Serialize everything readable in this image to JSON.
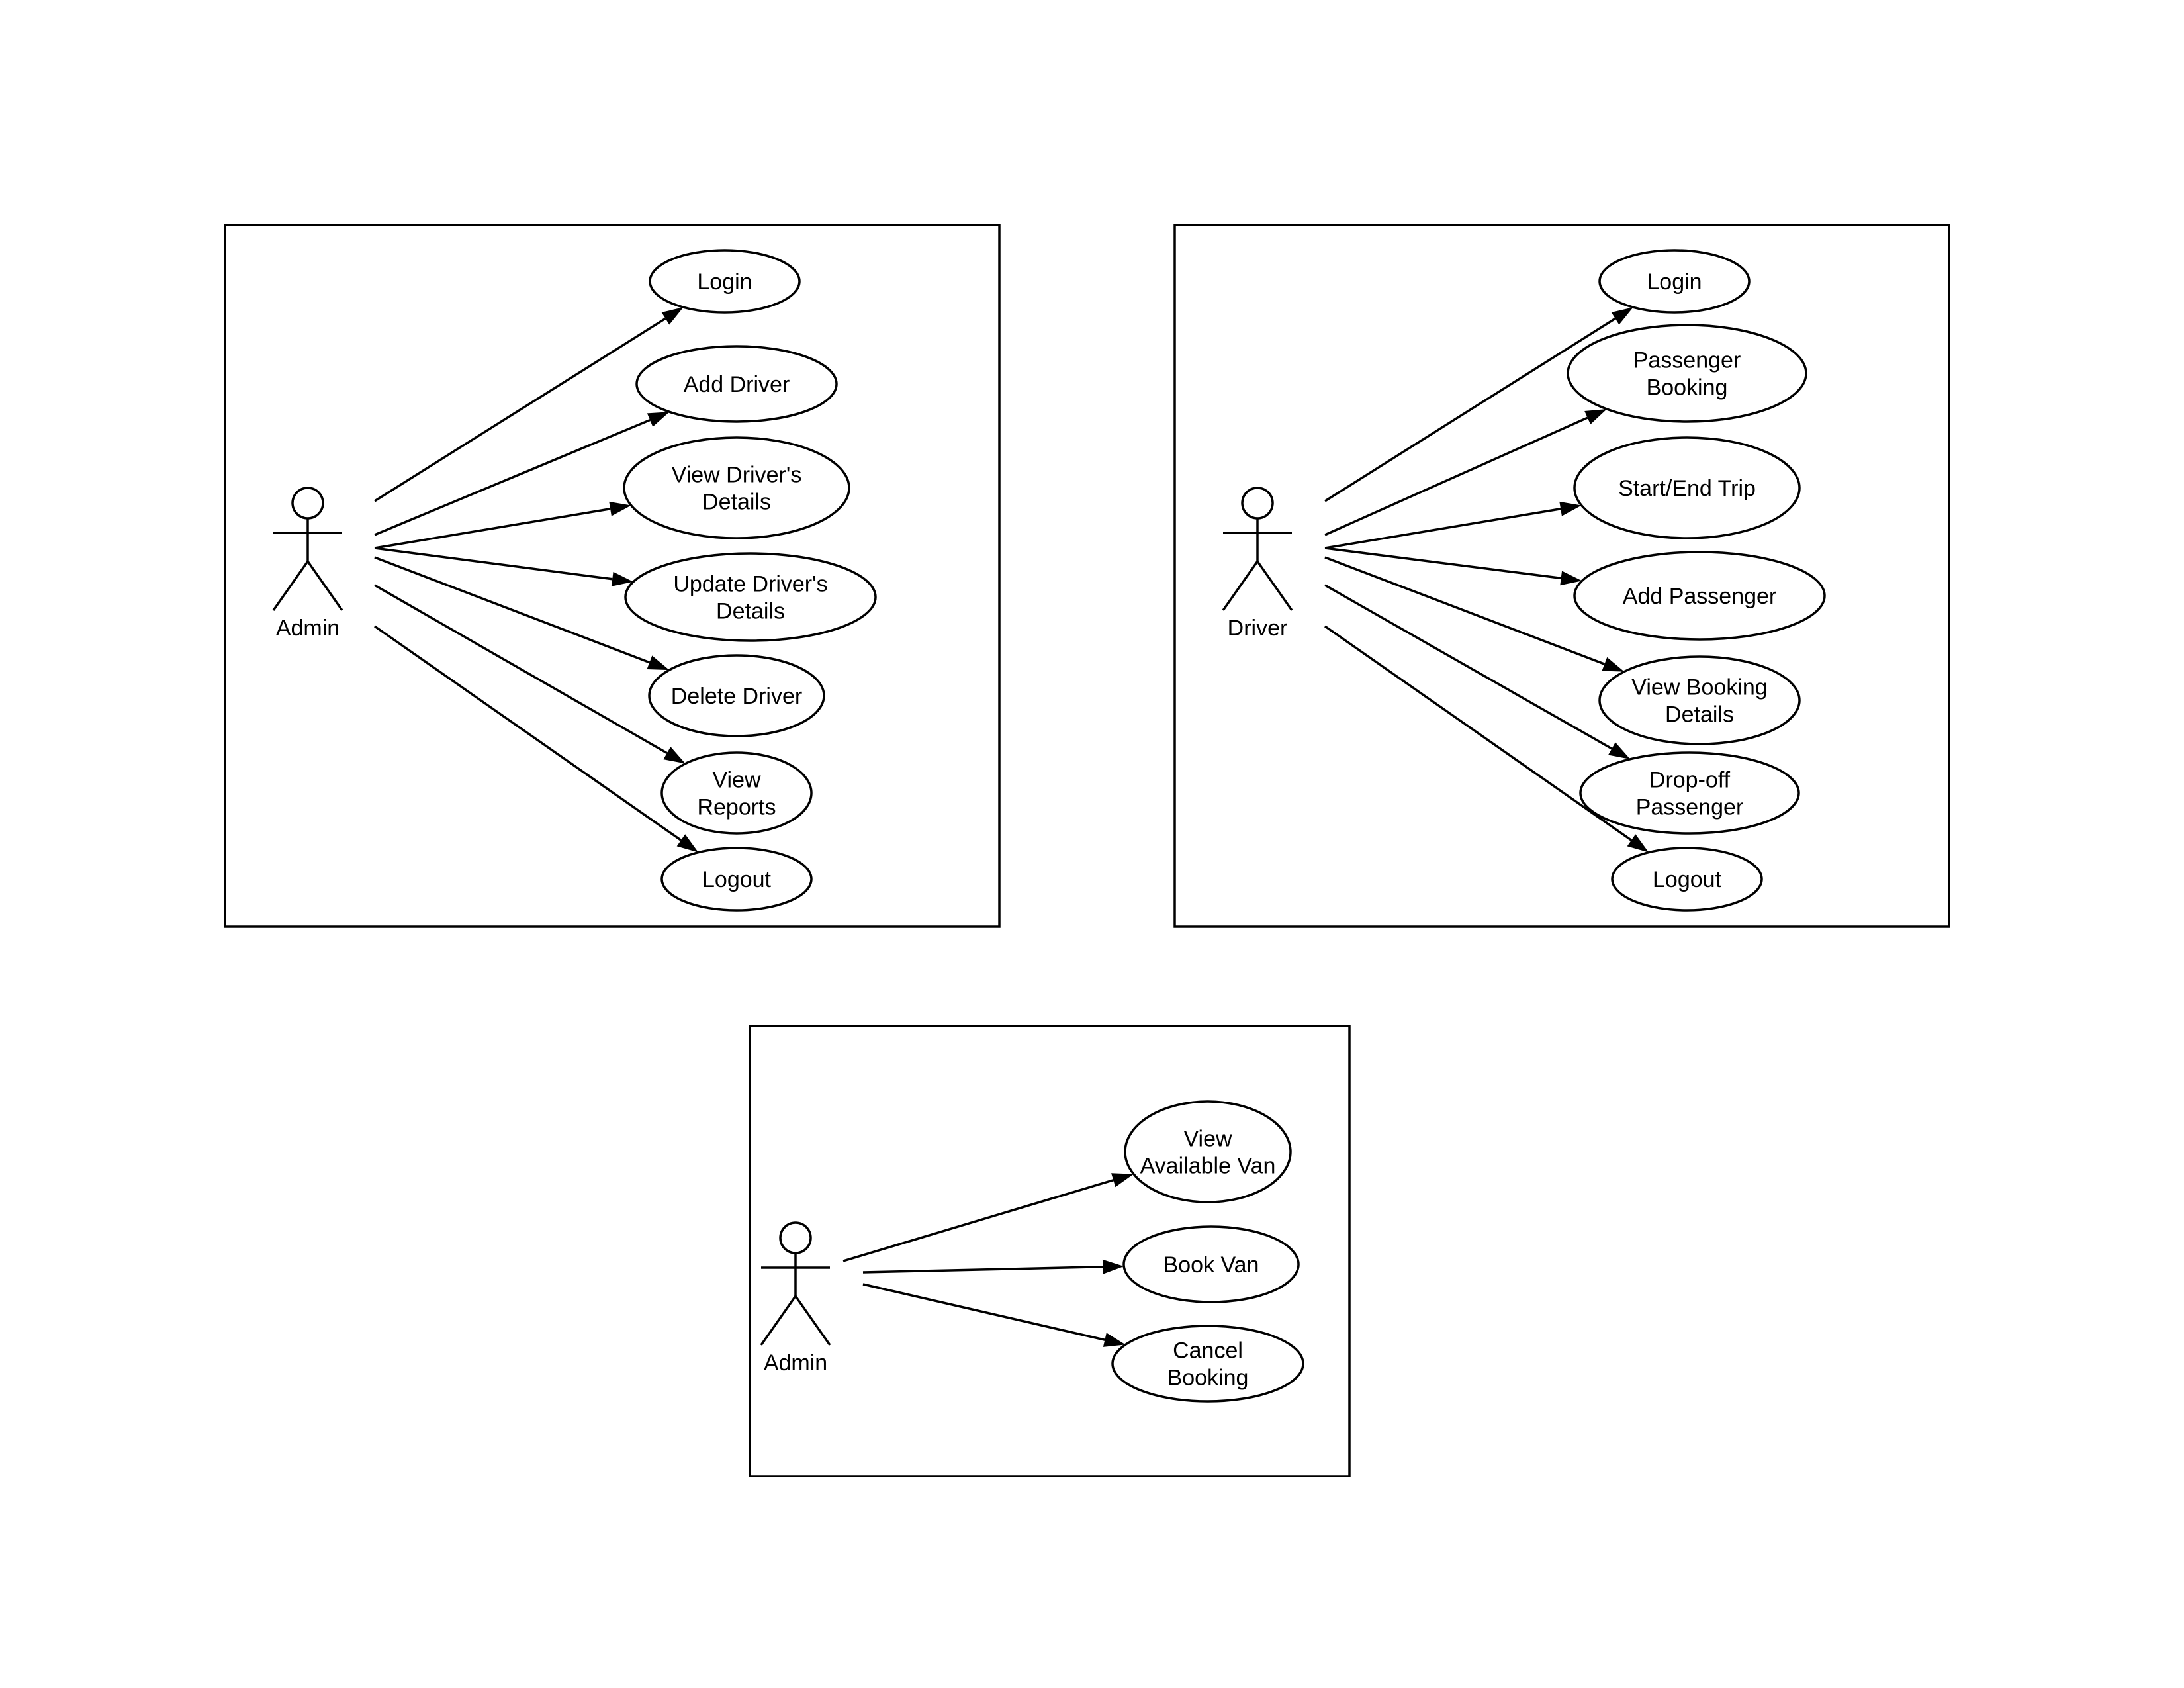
{
  "diagrams": [
    {
      "actor": "Admin",
      "use_cases": [
        [
          "Login"
        ],
        [
          "Add Driver"
        ],
        [
          "View Driver's",
          "Details"
        ],
        [
          "Update Driver's",
          "Details"
        ],
        [
          "Delete Driver"
        ],
        [
          "View",
          "Reports"
        ],
        [
          "Logout"
        ]
      ]
    },
    {
      "actor": "Driver",
      "use_cases": [
        [
          "Login"
        ],
        [
          "Passenger",
          "Booking"
        ],
        [
          "Start/End Trip"
        ],
        [
          "Add Passenger"
        ],
        [
          "View Booking",
          "Details"
        ],
        [
          "Drop-off",
          "Passenger"
        ],
        [
          "Logout"
        ]
      ]
    },
    {
      "actor": "Admin",
      "use_cases": [
        [
          "View",
          "Available Van"
        ],
        [
          "Book Van"
        ],
        [
          "Cancel",
          "Booking"
        ]
      ]
    }
  ]
}
